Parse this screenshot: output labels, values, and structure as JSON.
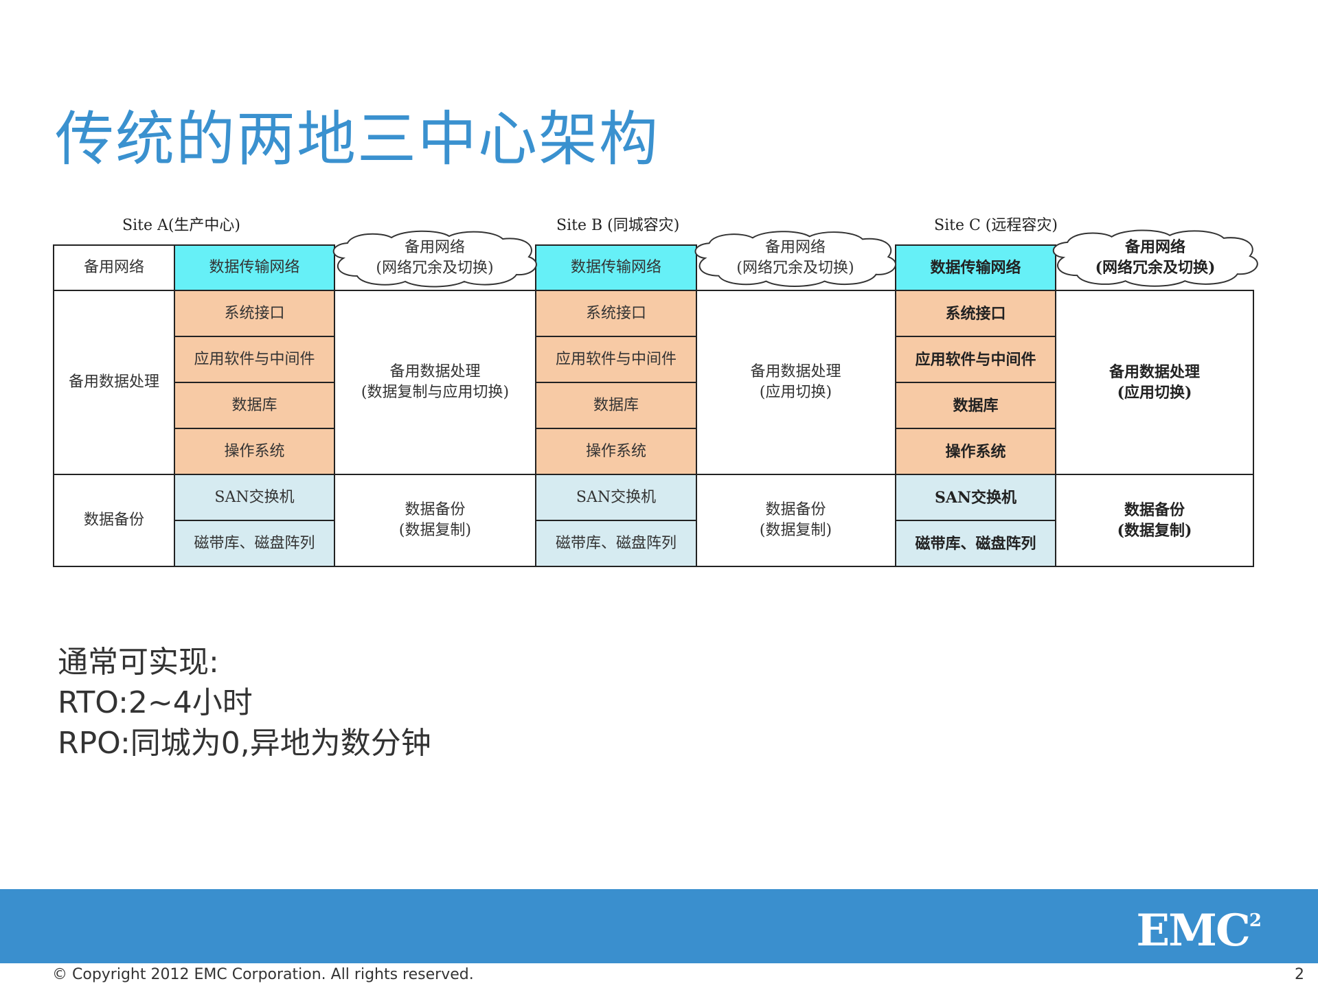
{
  "title": "传统的两地三中心架构",
  "diagram": {
    "sites": [
      "Site A(生产中心)",
      "Site B (同城容灾)",
      "Site C (远程容灾)"
    ],
    "row_labels": [
      "备用网络",
      "备用数据处理",
      "数据备份"
    ],
    "site_a": {
      "network": "数据传输网络",
      "cloud_line1": "备用网络",
      "cloud_line2": "(网络冗余及切换)",
      "stack": [
        "系统接口",
        "应用软件与中间件",
        "数据库",
        "操作系统"
      ],
      "processing_line1": "备用数据处理",
      "processing_line2": "(数据复制与应用切换)",
      "san": "SAN交换机",
      "storage": "磁带库、磁盘阵列",
      "backup_line1": "数据备份",
      "backup_line2": "(数据复制)"
    },
    "site_b": {
      "network": "数据传输网络",
      "cloud_line1": "备用网络",
      "cloud_line2": "(网络冗余及切换)",
      "stack": [
        "系统接口",
        "应用软件与中间件",
        "数据库",
        "操作系统"
      ],
      "processing_line1": "备用数据处理",
      "processing_line2": "(应用切换)",
      "san": "SAN交换机",
      "storage": "磁带库、磁盘阵列",
      "backup_line1": "数据备份",
      "backup_line2": "(数据复制)"
    },
    "site_c": {
      "network": "数据传输网络",
      "cloud_line1": "备用网络",
      "cloud_line2": "(网络冗余及切换)",
      "stack": [
        "系统接口",
        "应用软件与中间件",
        "数据库",
        "操作系统"
      ],
      "processing_line1": "备用数据处理",
      "processing_line2": "(应用切换)",
      "san": "SAN交换机",
      "storage": "磁带库、磁盘阵列",
      "backup_line1": "数据备份",
      "backup_line2": "(数据复制)"
    }
  },
  "summary": {
    "line1": "通常可实现:",
    "line2": "RTO:2~4小时",
    "line3": "RPO:同城为0,异地为数分钟"
  },
  "footer": {
    "logo": "EMC",
    "logo_sup": "2",
    "copyright": "© Copyright 2012 EMC Corporation. All rights reserved.",
    "page_number": "2"
  },
  "colors": {
    "title": "#3a91cf",
    "network_cell": "#66f0f7",
    "stack_cell": "#f7caa5",
    "storage_cell": "#d6ebf1",
    "footer_band": "#3a8fce"
  }
}
